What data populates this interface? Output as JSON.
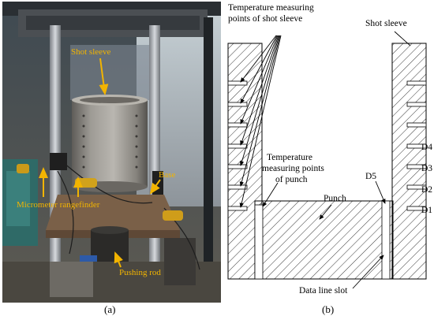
{
  "panel_a": {
    "caption": "(a)",
    "labels": {
      "shot_sleeve": "Shot sleeve",
      "base": "Base",
      "micrometer": "Micrometer rangefinder",
      "pushing_rod": "Pushing rod"
    },
    "label_color": "#f2b400"
  },
  "panel_b": {
    "caption": "(b)",
    "labels": {
      "temp_sleeve_line1": "Temperature measuring",
      "temp_sleeve_line2": "points of shot sleeve",
      "shot_sleeve": "Shot sleeve",
      "temp_punch_line1": "Temperature",
      "temp_punch_line2": "measuring points",
      "temp_punch_line3": "of punch",
      "punch": "Punch",
      "d5": "D5",
      "d4": "D4",
      "d3": "D3",
      "d2": "D2",
      "d1": "D1",
      "data_line_slot": "Data line slot"
    }
  }
}
